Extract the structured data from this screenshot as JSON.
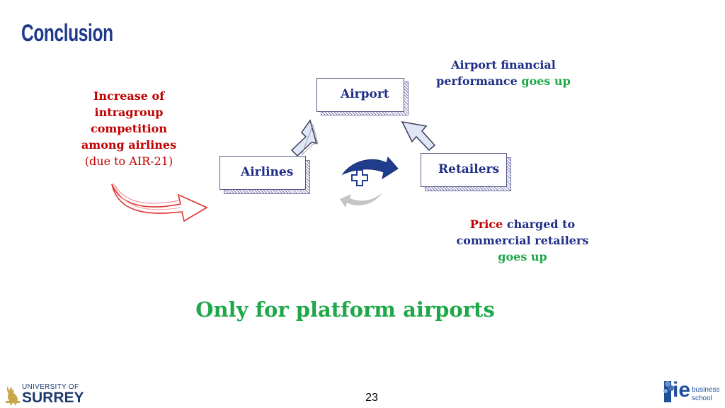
{
  "title": "Conclusion",
  "left_note": {
    "lines": [
      "Increase of",
      "intragroup",
      "competition",
      "among airlines"
    ],
    "sub": "(due to AIR-21)"
  },
  "top_note": {
    "line1": "Airport financial",
    "line2_prefix": "performance",
    "line2_highlight": "goes up"
  },
  "bottom_note": {
    "word_red": "Price",
    "line1_rest": "charged to",
    "line2": "commercial retailers",
    "line3": "goes up"
  },
  "boxes": {
    "airport": "Airport",
    "airlines": "Airlines",
    "retailers": "Retailers"
  },
  "conclusion": "Only for platform airports",
  "footer": {
    "surrey_line1": "UNIVERSITY OF",
    "surrey_line2": "SURREY",
    "page_number": "23",
    "ie_mark": "ie",
    "ie_line1": "business",
    "ie_line2": "school"
  },
  "colors": {
    "title": "#1f3a8c",
    "red": "#c00000",
    "navy": "#1f2f86",
    "green": "#1fa84a"
  }
}
